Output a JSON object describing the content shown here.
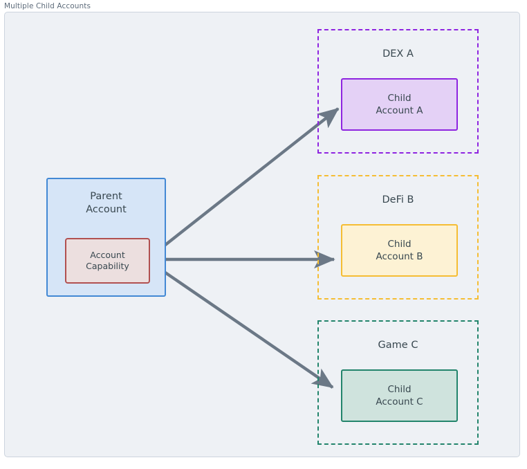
{
  "diagram": {
    "caption": "Multiple Child Accounts",
    "colors": {
      "canvas_background": "#eef1f5",
      "canvas_border": "#ccd4de",
      "text": "#38474f",
      "arrow": "#6b7886",
      "parent_border": "#4288d4",
      "parent_fill": "#d6e5f7",
      "capability_border": "#b15050",
      "capability_fill": "#ecdfdf",
      "dex_accent": "#8e24e0",
      "dex_fill": "#e4d1f6",
      "defi_accent": "#f5bd33",
      "defi_fill": "#fdf2d4",
      "game_accent": "#22846b",
      "game_fill": "#cfe3dd"
    },
    "parent": {
      "title_line1": "Parent",
      "title_line2": "Account",
      "capability_line1": "Account",
      "capability_line2": "Capability"
    },
    "groups": [
      {
        "id": "dex-a",
        "title": "DEX A",
        "child_line1": "Child",
        "child_line2": "Account A"
      },
      {
        "id": "defi-b",
        "title": "DeFi B",
        "child_line1": "Child",
        "child_line2": "Account B"
      },
      {
        "id": "game-c",
        "title": "Game C",
        "child_line1": "Child",
        "child_line2": "Account C"
      }
    ],
    "connections": [
      {
        "from": "account-capability",
        "to": "child-account-a"
      },
      {
        "from": "account-capability",
        "to": "child-account-b"
      },
      {
        "from": "account-capability",
        "to": "child-account-c"
      }
    ]
  }
}
